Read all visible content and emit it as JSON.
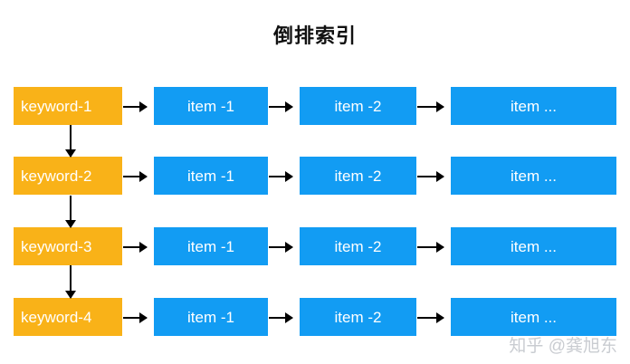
{
  "title": "倒排索引",
  "colors": {
    "keyword_fill": "#F9B218",
    "item_fill": "#129CF3",
    "arrow": "#000000",
    "title_text": "#111111",
    "box_text": "#FFFFFF",
    "watermark_text": "#C9CCD1",
    "background": "#FFFFFF"
  },
  "rows": [
    {
      "keyword": "keyword-1",
      "items": [
        "item -1",
        "item -2",
        "item ..."
      ]
    },
    {
      "keyword": "keyword-2",
      "items": [
        "item -1",
        "item -2",
        "item ..."
      ]
    },
    {
      "keyword": "keyword-3",
      "items": [
        "item -1",
        "item -2",
        "item ..."
      ]
    },
    {
      "keyword": "keyword-4",
      "items": [
        "item -1",
        "item -2",
        "item ..."
      ]
    }
  ],
  "watermark": "知乎 @龚旭东"
}
